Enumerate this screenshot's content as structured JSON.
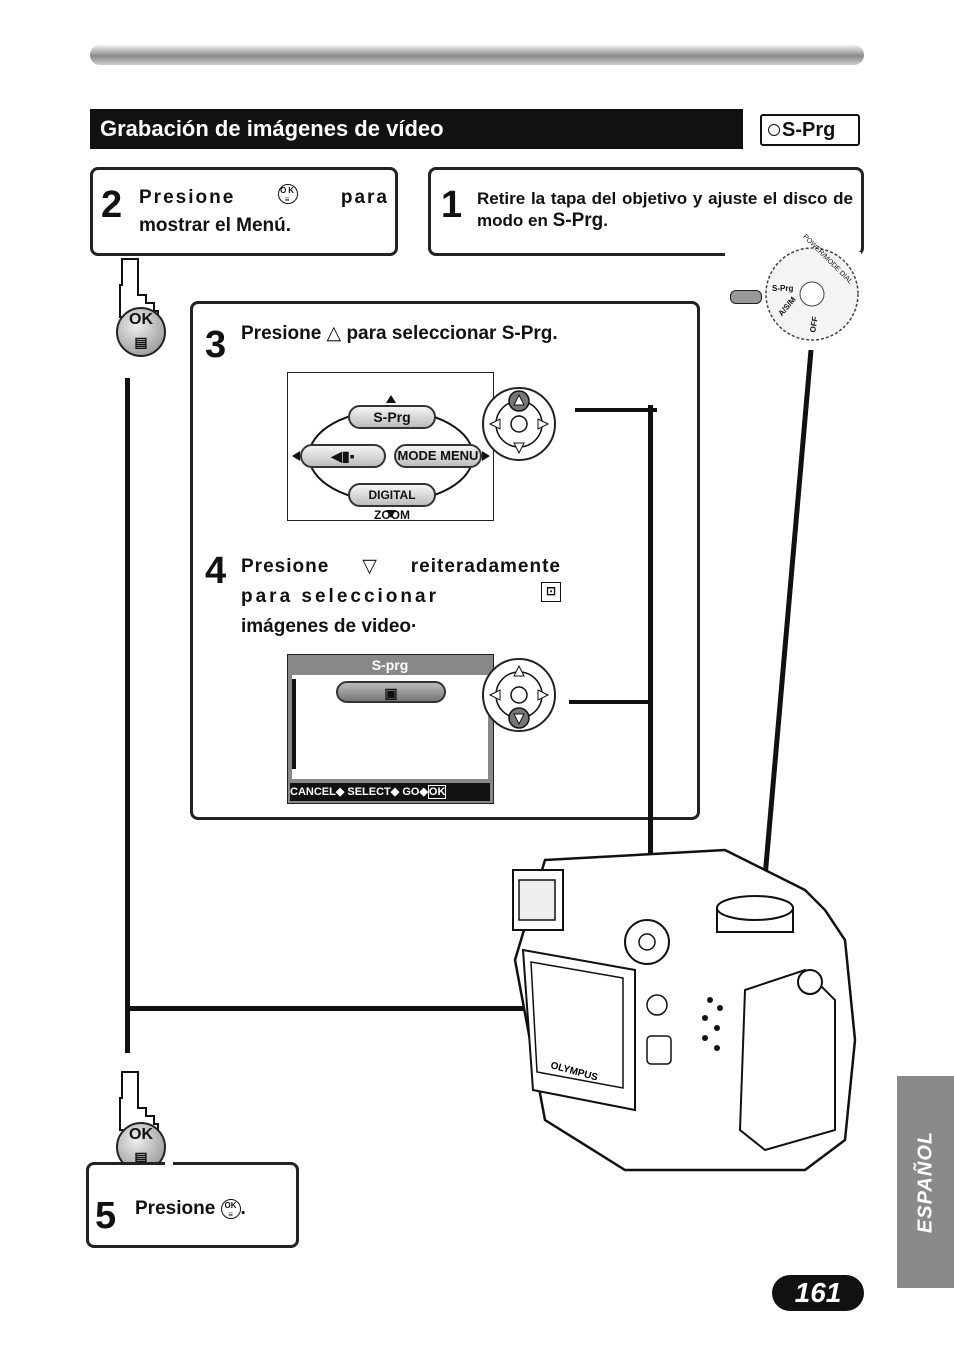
{
  "header": {
    "section_title": "Grabación de imágenes de vídeo",
    "mode_badge": "S-Prg"
  },
  "steps": {
    "step1": {
      "number": "1",
      "text_a": "Retire la tapa del objetivo y ajuste el disco de modo en ",
      "text_b": "S-Prg",
      "text_c": "."
    },
    "step2": {
      "number": "2",
      "text_a": "Presione",
      "text_b": "para",
      "text_c": "mostrar el Menú."
    },
    "step3": {
      "number": "3",
      "text_a": "Presione",
      "symbol": "△",
      "text_b": "para seleccionar S-Prg."
    },
    "step4": {
      "number": "4",
      "text_a": "Presione",
      "symbol": "▽",
      "text_b": "reiteradamente",
      "text_c": "para seleccionar",
      "text_d": "imágenes de video"
    },
    "step5": {
      "number": "5",
      "text_a": "Presione",
      "text_b": "."
    }
  },
  "menu_screen1": {
    "top": "S-Prg",
    "right": "MODE MENU",
    "bottom": "DIGITAL ZOOM"
  },
  "menu_screen2": {
    "title": "S-prg",
    "footer_cancel": "CANCEL",
    "footer_select": "SELECT",
    "footer_go": "GO",
    "footer_ok": "OK"
  },
  "mode_dial": {
    "label": "POWER/MODE DIAL",
    "positions": [
      "S-Prg",
      "A/S/M",
      "OFF"
    ]
  },
  "ok_button_label": "OK",
  "side_tab": "ESPAÑOL",
  "page_number": "161"
}
